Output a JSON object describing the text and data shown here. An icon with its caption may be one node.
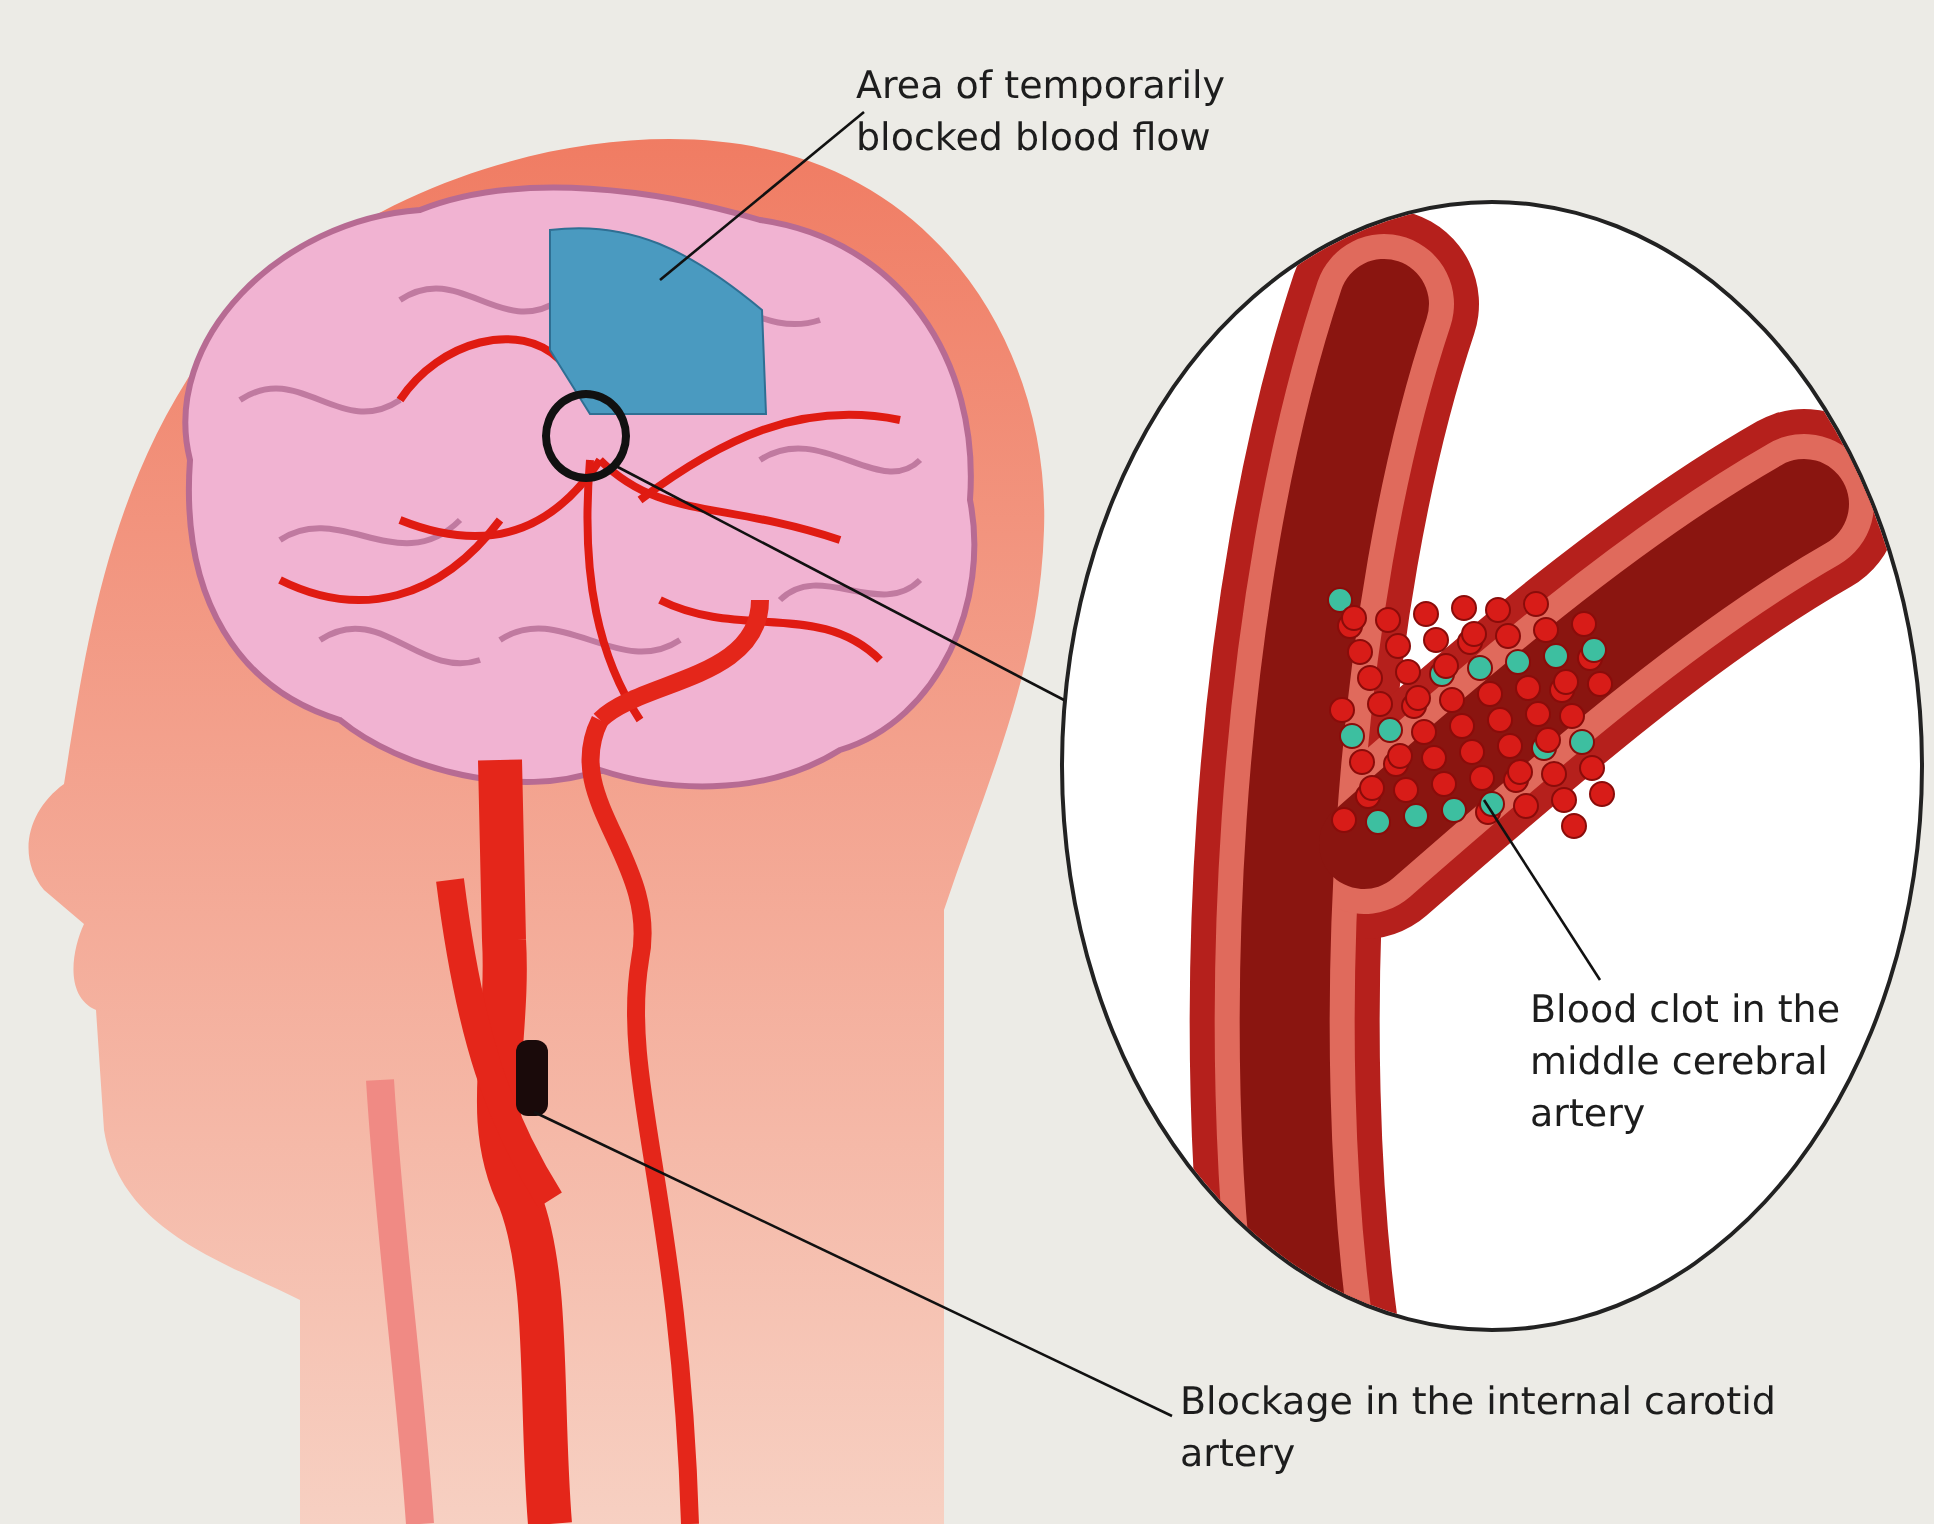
{
  "diagram": {
    "nodes": [
      {
        "text": [
          "Area of temporarily blocked blood flow"
        ]
      },
      {
        "text": [],
        "shape": "picture"
      },
      {
        "text": [],
        "shape": "circle"
      },
      {
        "text": [],
        "shape": "circle"
      },
      {
        "text": [
          "Blood clot in the middle cerebral artery"
        ],
        "in": 3
      },
      {
        "text": [],
        "shape": "picture",
        "in": 3
      },
      {
        "text": [
          "Blockage in the internal carotid artery"
        ]
      },
      {
        "text": [],
        "shape": "box"
      }
    ],
    "edges": [
      {
        "from": 0,
        "to": 1,
        "arrow": "none"
      },
      {
        "from": 2,
        "to": 3,
        "arrow": "none"
      },
      {
        "from": 4,
        "to": 5,
        "arrow": "none"
      },
      {
        "from": 6,
        "to": 7,
        "arrow": "none"
      }
    ]
  }
}
